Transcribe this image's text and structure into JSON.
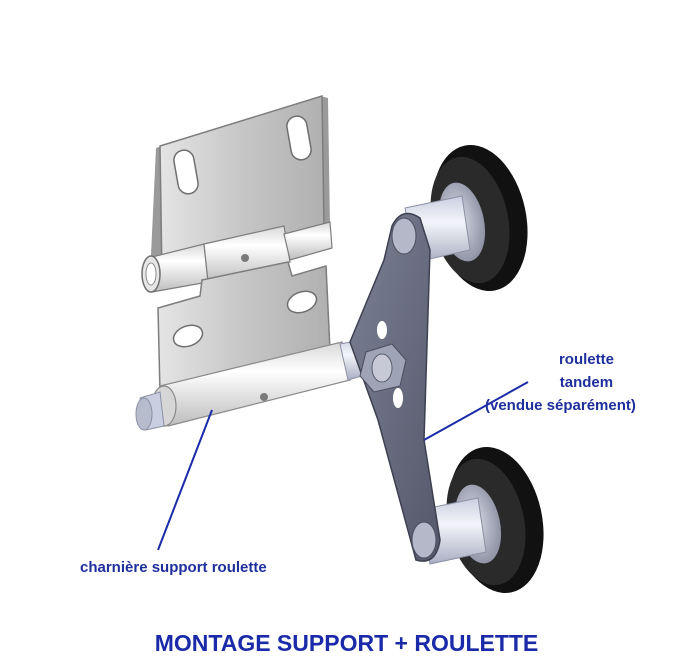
{
  "labels": {
    "roulette_line1": "roulette",
    "roulette_line2": "tandem",
    "roulette_line3": "(vendue séparément)",
    "charniere": "charnière support roulette"
  },
  "title": "MONTAGE SUPPORT + ROULETTE",
  "colors": {
    "label_blue": "#1f2f9c",
    "leader_line": "#1a2aa8",
    "metal": "#c8c8c8",
    "bracket": "#6a6e80",
    "tire": "#111111"
  }
}
